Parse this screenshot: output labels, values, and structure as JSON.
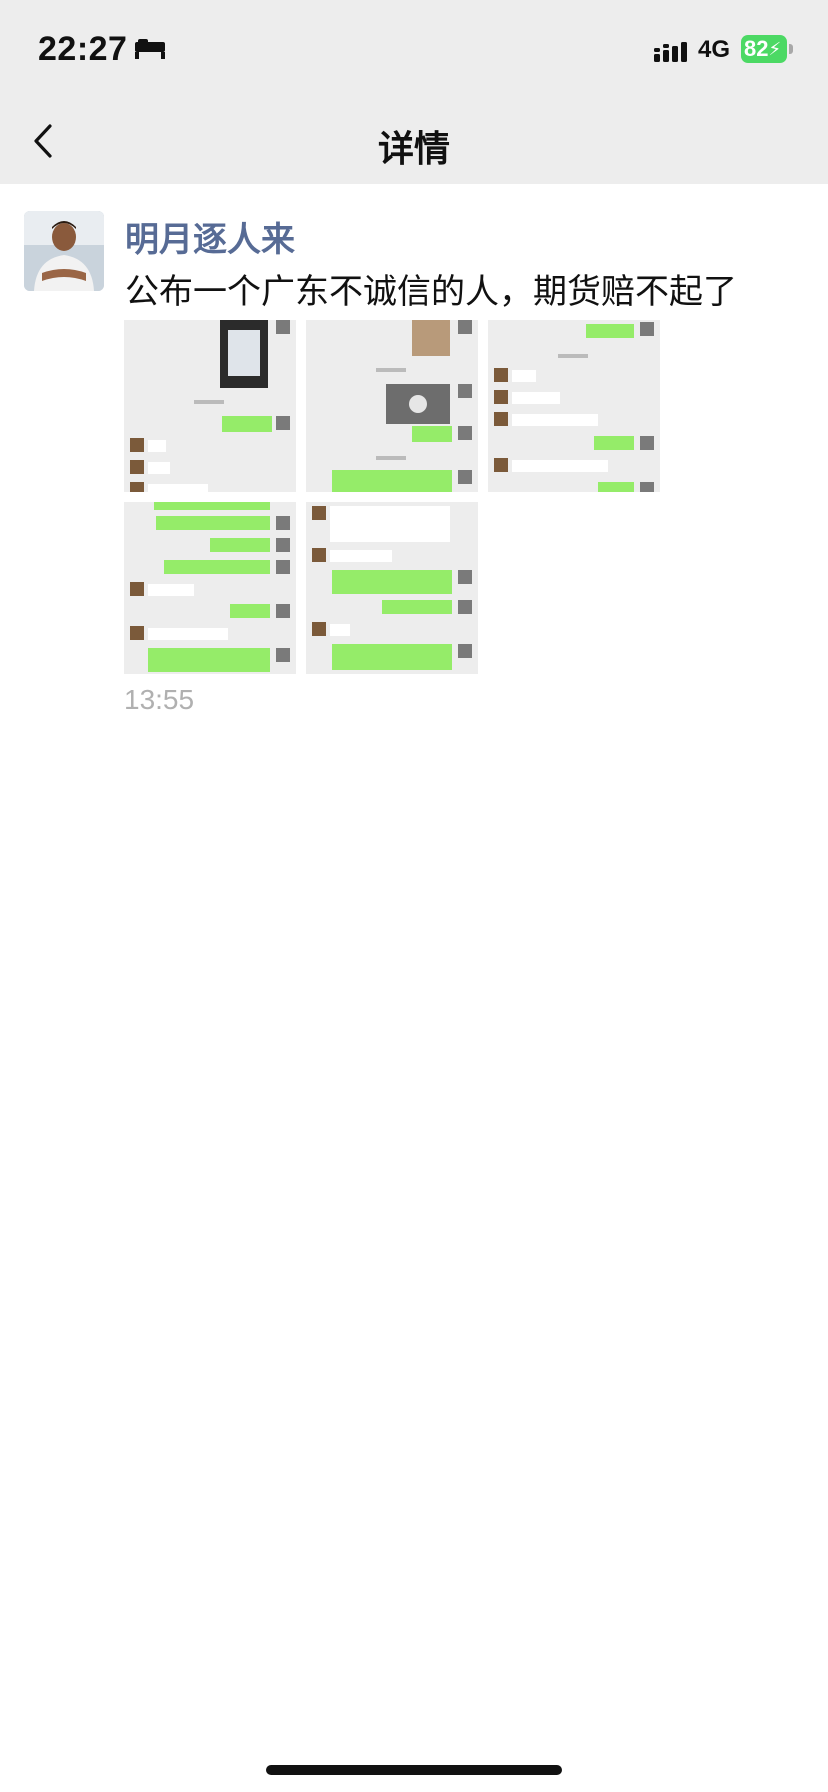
{
  "status_bar": {
    "time": "22:27",
    "network": "4G",
    "battery_level": "82",
    "icons": [
      "bed-icon",
      "signal-icon",
      "battery-charging-icon"
    ]
  },
  "nav": {
    "title": "详情",
    "back_icon": "chevron-left-icon"
  },
  "post": {
    "author": "明月逐人来",
    "content": "公布一个广东不诚信的人，期货赔不起了",
    "time": "13:55",
    "images": [
      {
        "name": "chat-screenshot-1"
      },
      {
        "name": "chat-screenshot-2"
      },
      {
        "name": "chat-screenshot-3"
      },
      {
        "name": "chat-screenshot-4"
      },
      {
        "name": "chat-screenshot-5"
      }
    ]
  },
  "colors": {
    "author_name": "#576b95",
    "bar_background": "#ededed",
    "chat_bubble_green": "#95ec69",
    "battery_green": "#4cd964"
  }
}
